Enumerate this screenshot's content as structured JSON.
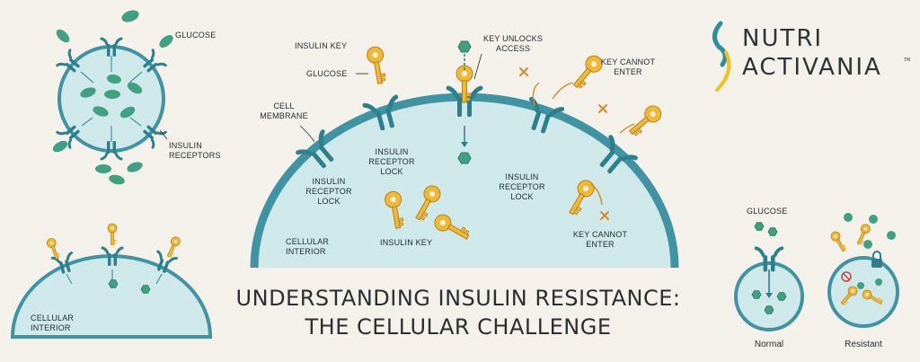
{
  "brand": {
    "line1": "NUTRI",
    "line2": "ACTIVANIA",
    "tm": "TM"
  },
  "title": {
    "line1": "UNDERSTANDING INSULIN RESISTANCE:",
    "line2": "THE CELLULAR CHALLENGE"
  },
  "cell1": {
    "glucose": "GLUCOSE",
    "receptors": [
      "INSULIN",
      "RECEPTORS"
    ]
  },
  "cell2": {
    "interior": [
      "CELLULAR",
      "INTERIOR"
    ]
  },
  "main": {
    "insulin_key_top": "INSULIN KEY",
    "glucose": "GLUCOSE",
    "key_unlocks": [
      "KEY UNLOCKS",
      "ACCESS"
    ],
    "key_cannot_top": [
      "KEY CANNOT",
      "ENTER"
    ],
    "cell_membrane": [
      "CELL",
      "MEMBRANE"
    ],
    "receptor_lock_a": [
      "INSULIN",
      "RECEPTOR",
      "LOCK"
    ],
    "receptor_lock_b": [
      "INSULIN",
      "RECEPTOR",
      "LOCK"
    ],
    "receptor_lock_c": [
      "INSULIN",
      "RECEPTOR",
      "LOCK"
    ],
    "cellular_interior": [
      "CELLULAR",
      "INTERIOR"
    ],
    "insulin_key_bottom": "INSULIN KEY",
    "key_cannot_bottom": [
      "KEY CANNOT",
      "ENTER"
    ]
  },
  "compare": {
    "glucose": "GLUCOSE",
    "normal": "Normal",
    "resistant": "Resistant"
  },
  "colors": {
    "background": "#f4f1ea",
    "cell_fill": "#cfe9ea",
    "membrane": "#3f93a3",
    "receptor": "#2e7f8e",
    "glucose": "#3fa082",
    "key": "#f0b934",
    "key_dark": "#b9801a",
    "orange_arrow": "#d68a2a",
    "brand_teal": "#2b8fa0",
    "brand_yellow": "#f2c21b"
  }
}
